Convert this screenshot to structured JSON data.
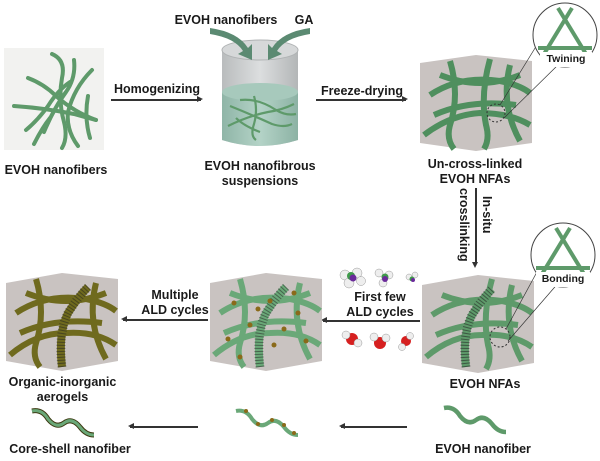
{
  "labels": {
    "evoh_nanofibers": "EVOH nanofibers",
    "homogenizing": "Homogenizing",
    "inputs_nanofibers": "EVOH nanofibers",
    "inputs_ga": "GA",
    "suspension_line1": "EVOH nanofibrous",
    "suspension_line2": "suspensions",
    "freeze_drying": "Freeze-drying",
    "uncross_line1": "Un-cross-linked",
    "uncross_line2": "EVOH NFAs",
    "twining": "Twining",
    "insitu": "In-situ",
    "crosslinking": "crosslinking",
    "bonding": "Bonding",
    "evoh_nfas": "EVOH NFAs",
    "first_few_line1": "First few",
    "first_few_line2": "ALD cycles",
    "multiple_line1": "Multiple",
    "multiple_line2": "ALD cycles",
    "organic_line1": "Organic-inorganic",
    "organic_line2": "aerogels",
    "core_shell": "Core-shell nanofiber",
    "evoh_nanofiber": "EVOH nanofiber"
  },
  "colors": {
    "fiber_green": "#5e9a6a",
    "fiber_dark": "#3f7a4c",
    "coated_olive": "#6f6a1e",
    "box_gray": "#c9c3c1",
    "cylinder_gray": "#c8cacb",
    "liquid": "#a9cbbf",
    "particle": "#8a6a1a",
    "oxygen_red": "#d62020",
    "aluminum_purple": "#6a2a9a"
  }
}
